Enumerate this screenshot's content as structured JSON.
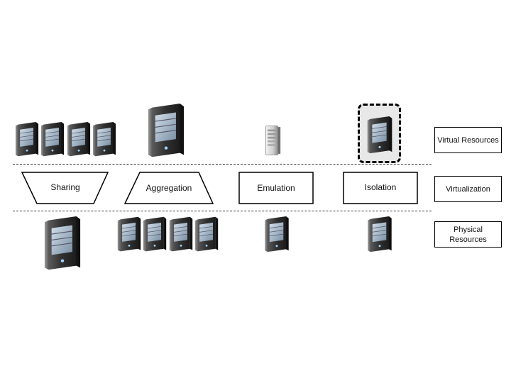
{
  "layers": {
    "virtual": "Virtual Resources",
    "virtualization": "Virtualization",
    "physical": "Physical Resources"
  },
  "techniques": [
    {
      "label": "Sharing"
    },
    {
      "label": "Aggregation"
    },
    {
      "label": "Emulation"
    },
    {
      "label": "Isolation"
    }
  ],
  "icons": {
    "server": "server-icon",
    "legacy_server": "legacy-server-icon"
  },
  "colors": {
    "isolation_highlight": "#e8e8e8",
    "server_body": "#3a3a3a"
  }
}
